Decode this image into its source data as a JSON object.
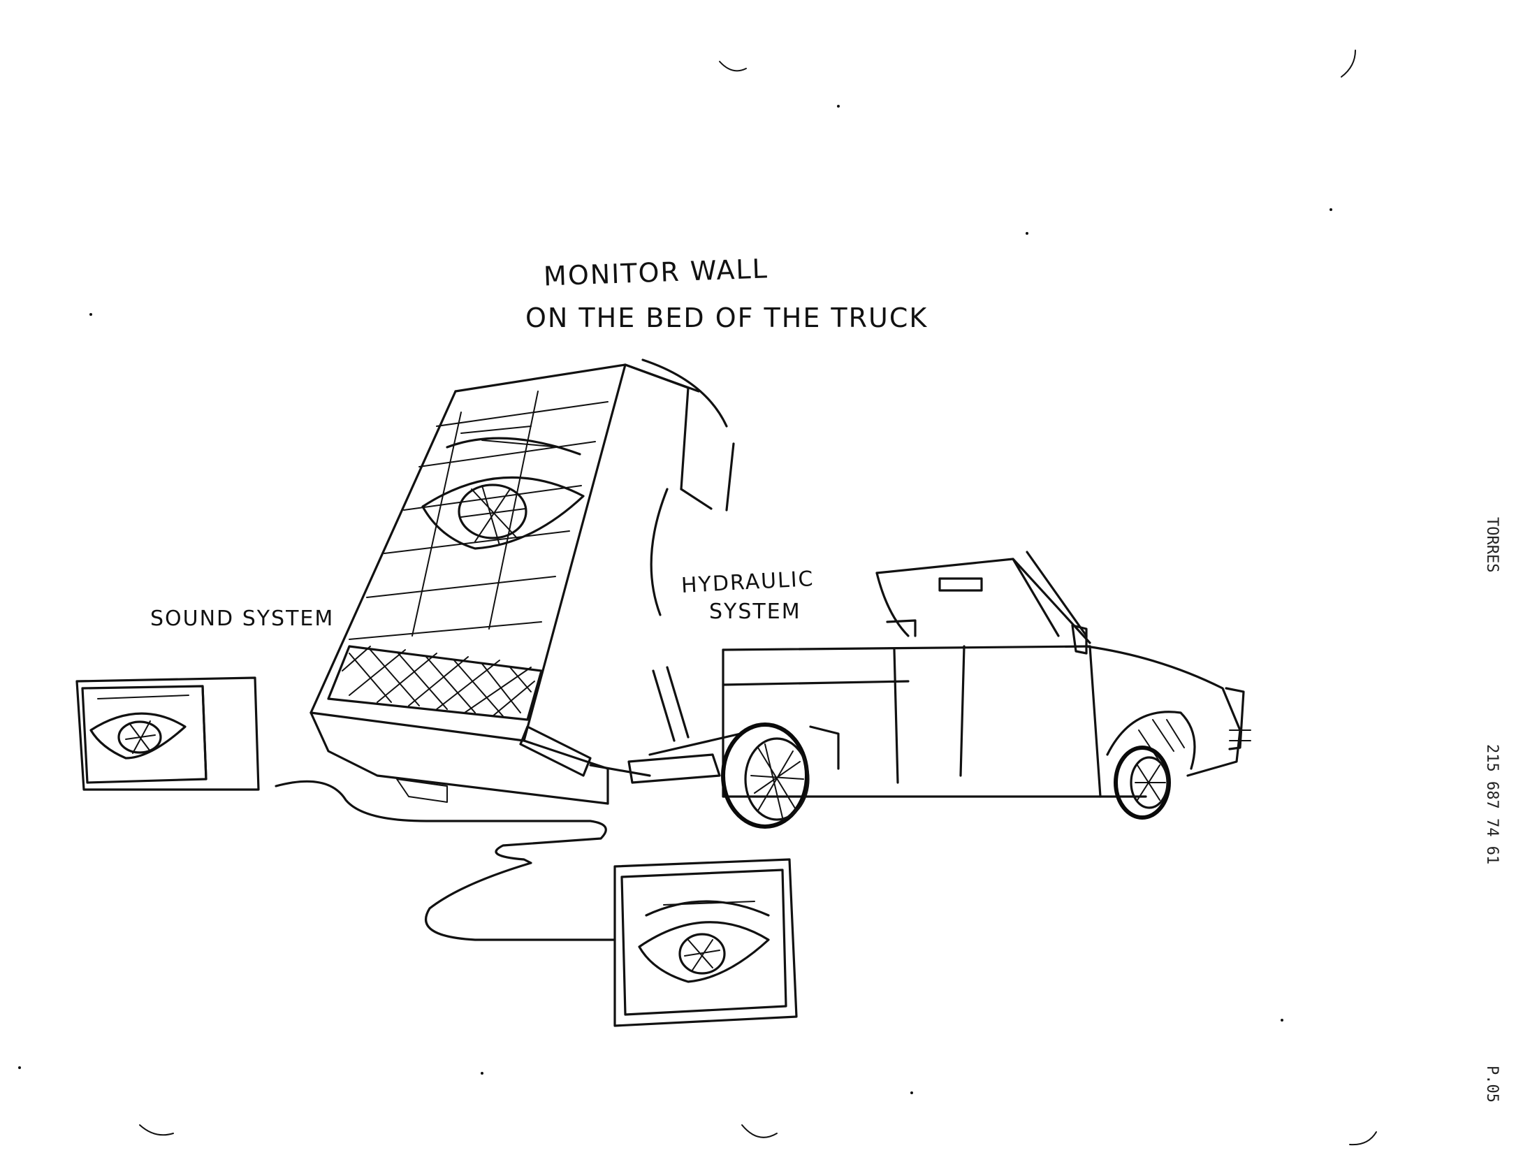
{
  "labels": {
    "monitor_wall_line1": "MONITOR WALL",
    "monitor_wall_line2": "ON THE BED OF THE TRUCK",
    "hydraulic_line1": "HYDRAULIC",
    "hydraulic_line2": "SYSTEM",
    "sound_system": "SOUND SYSTEM"
  },
  "fax_header": {
    "sender_fragment": "TORRES",
    "phone": "215 687 74 61",
    "page": "P.05"
  },
  "colors": {
    "ink": "#111111",
    "paper": "#ffffff"
  }
}
